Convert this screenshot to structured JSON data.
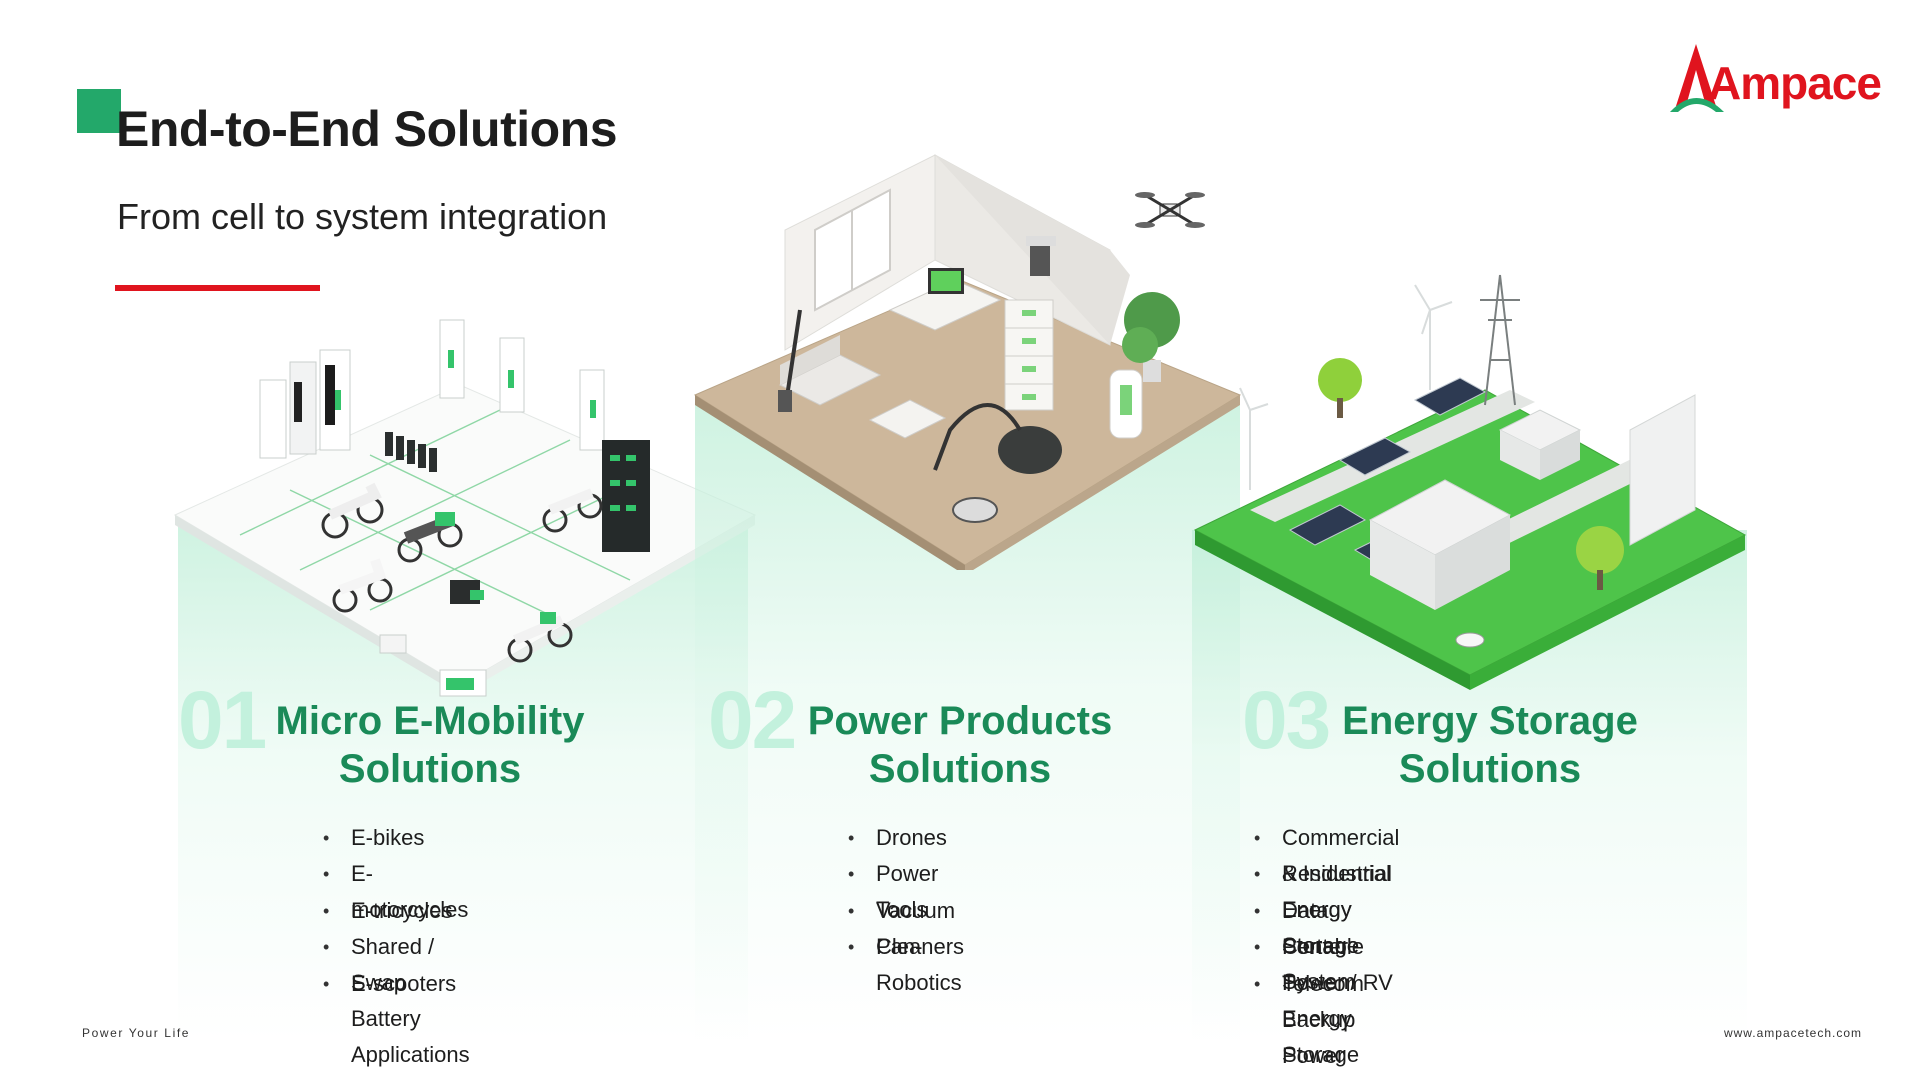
{
  "header": {
    "title": "End-to-End Solutions",
    "subtitle": "From cell to system integration"
  },
  "brand": {
    "logo_text": "Ampace",
    "logo_mark": "triangle-a-icon",
    "primary_red": "#e0141e",
    "primary_green": "#1a8a58",
    "accent_square": "#23a86a"
  },
  "sections": [
    {
      "number": "01",
      "title_line1": "Micro E-Mobility",
      "title_line2": "Solutions",
      "illustration": "ev-charging-station-illustration",
      "items": [
        "E-bikes",
        "E-motorcycles",
        "E-tricycles",
        "Shared / Swap Battery Applications",
        "E-scooters"
      ]
    },
    {
      "number": "02",
      "title_line1": "Power Products",
      "title_line2": "Solutions",
      "illustration": "smart-home-room-illustration",
      "items": [
        "Drones",
        "Power Tools",
        "Vacuum Cleaners",
        "Pan-Robotics"
      ]
    },
    {
      "number": "03",
      "title_line1": "Energy Storage",
      "title_line2": "Solutions",
      "illustration": "energy-park-illustration",
      "items": [
        "Commercial & Industrial Energy Storage System",
        "Residential Energy Storage",
        "Data Center",
        "Portable Power / RV Energy Storage",
        "Telecom Backup Power"
      ]
    }
  ],
  "footer": {
    "tagline": "Power Your Life",
    "website": "www.ampacetech.com"
  }
}
